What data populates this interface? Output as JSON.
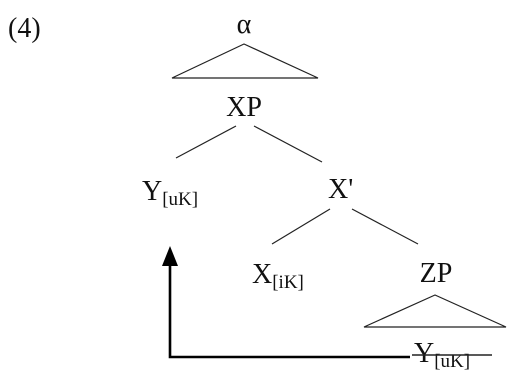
{
  "example_number": "(4)",
  "nodes": {
    "alpha": {
      "label": "α"
    },
    "xp": {
      "label": "XP"
    },
    "y_spec": {
      "label": "Y",
      "feature": "[uK]"
    },
    "x_bar": {
      "label": "X'"
    },
    "x_head": {
      "label": "X",
      "feature": "[iK]"
    },
    "zp": {
      "label": "ZP"
    },
    "y_trace": {
      "label": "Y",
      "feature": "[uK]",
      "struck_through": true
    }
  },
  "colors": {
    "text": "#111111",
    "lines": "#222222",
    "arrow": "#000000",
    "background": "#ffffff"
  }
}
